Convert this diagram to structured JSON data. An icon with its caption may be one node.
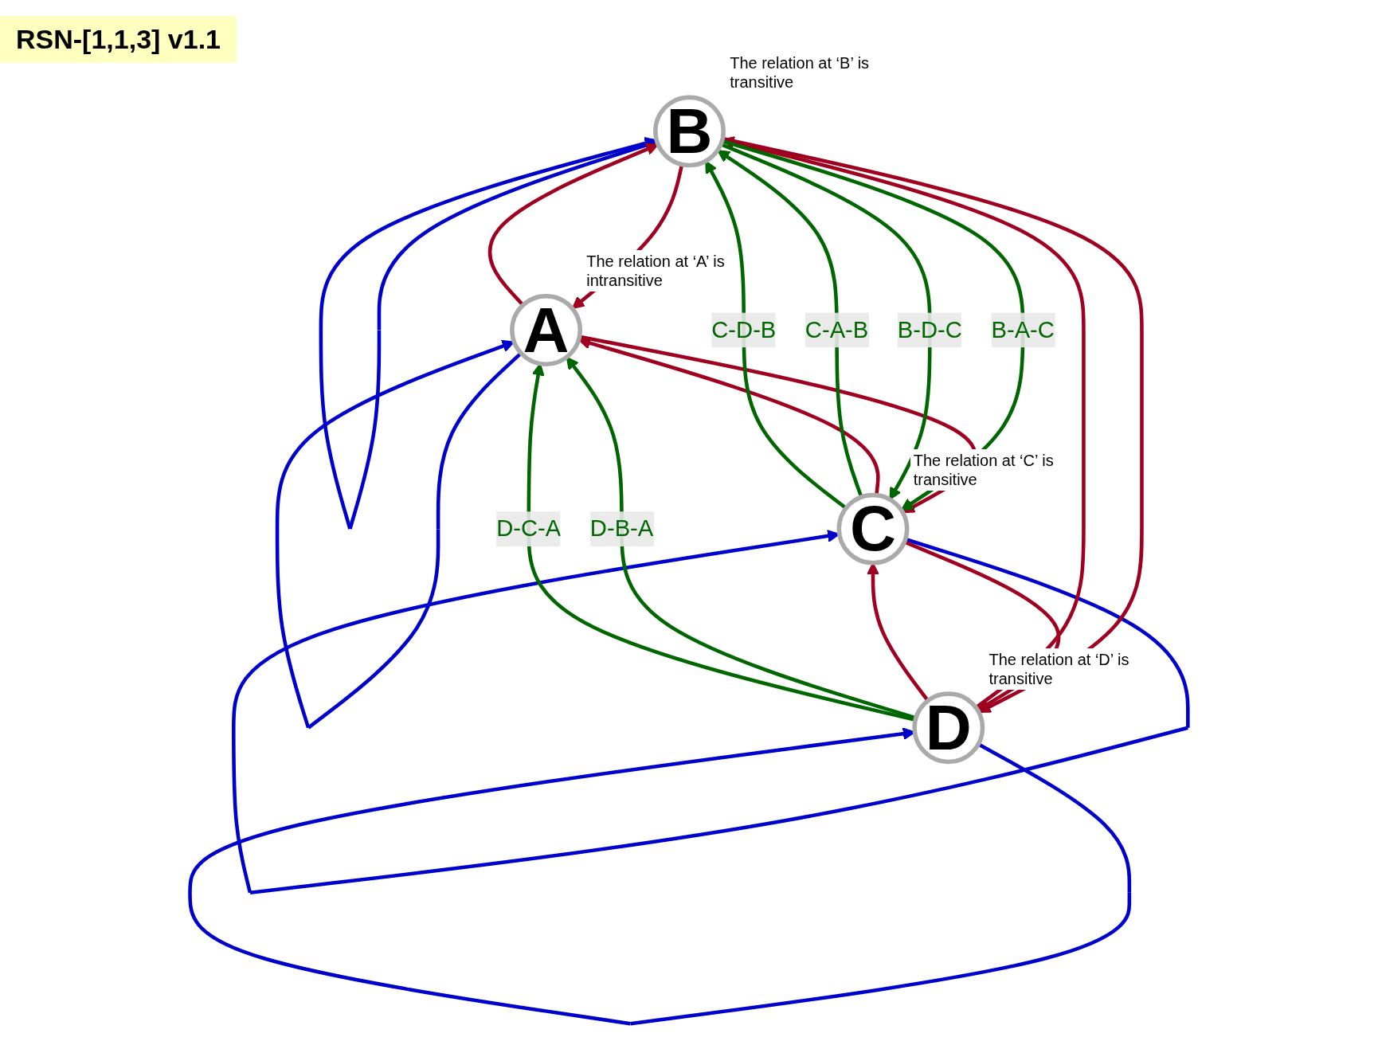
{
  "diagram": {
    "title": "RSN-[1,1,3] v1.1",
    "nodes": [
      {
        "text": [
          "B"
        ],
        "beside": [
          "The relation at ‘B’ is transitive"
        ]
      },
      {
        "text": [
          "A"
        ],
        "beside": [
          "The relation at ‘A’ is intransitive"
        ]
      },
      {
        "text": [
          "D"
        ],
        "beside": [
          "The relation at ‘D’ is transitive"
        ]
      },
      {
        "text": [
          "C"
        ],
        "beside": [
          "The relation at ‘C’ is transitive"
        ]
      }
    ],
    "edges": [
      {
        "from": 0,
        "to": 0,
        "arrow": "to",
        "color": "#0000cc"
      },
      {
        "from": 1,
        "to": 1,
        "arrow": "to",
        "color": "#0000cc"
      },
      {
        "from": 2,
        "to": 2,
        "arrow": "to",
        "color": "#0000cc"
      },
      {
        "from": 3,
        "to": 3,
        "arrow": "to",
        "color": "#0000cc"
      },
      {
        "from": 1,
        "to": 0,
        "arrow": "to"
      },
      {
        "from": 0,
        "to": 1,
        "arrow": "to"
      },
      {
        "from": 0,
        "to": 2,
        "arrow": "to"
      },
      {
        "from": 2,
        "to": 0,
        "arrow": "to"
      },
      {
        "from": 1,
        "to": 3,
        "arrow": "to"
      },
      {
        "from": 3,
        "to": 1,
        "arrow": "to"
      },
      {
        "from": 3,
        "to": 2,
        "arrow": "to"
      },
      {
        "from": 2,
        "to": 3,
        "arrow": "to"
      },
      {
        "from": 3,
        "to": 0,
        "arrow": "to",
        "label": "C-A-B",
        "color": "#006600"
      },
      {
        "from": 0,
        "to": 3,
        "arrow": "to",
        "label": "B-A-C",
        "color": "#006600"
      },
      {
        "from": 0,
        "to": 3,
        "arrow": "to",
        "label": "B-D-C",
        "color": "#006600"
      },
      {
        "from": 3,
        "to": 0,
        "arrow": "to",
        "label": "C-D-B",
        "color": "#006600"
      },
      {
        "from": 2,
        "to": 1,
        "arrow": "to",
        "label": "D-B-A",
        "color": "#006600"
      },
      {
        "from": 2,
        "to": 1,
        "arrow": "to",
        "label": "D-C-A",
        "color": "#006600"
      }
    ]
  }
}
